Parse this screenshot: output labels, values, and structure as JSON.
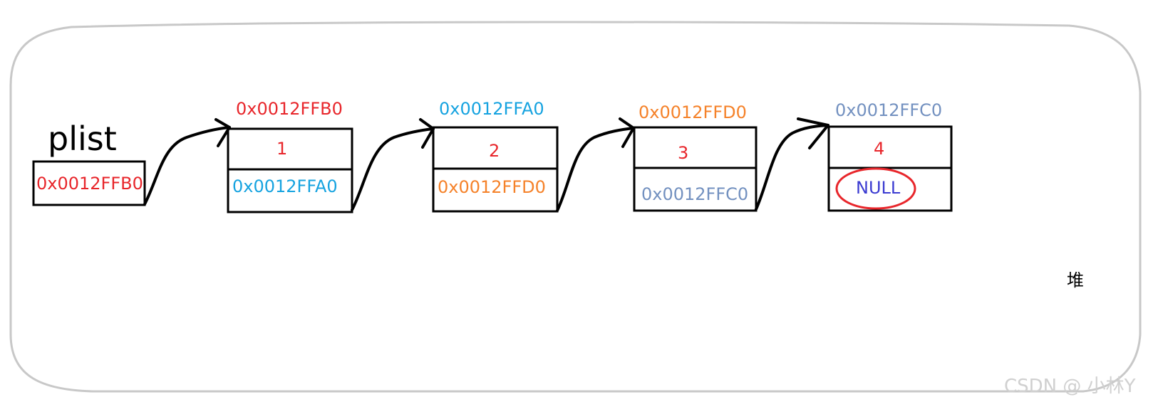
{
  "heap_label": "堆",
  "watermark": "CSDN @ 小林Y",
  "pointer": {
    "label": "plist",
    "value": "0x0012FFB0",
    "color": "#e8262b"
  },
  "nodes": [
    {
      "address": "0x0012FFB0",
      "address_color": "#e8262b",
      "data": "1",
      "data_color": "#e8262b",
      "next": "0x0012FFA0",
      "next_color": "#16a3e0"
    },
    {
      "address": "0x0012FFA0",
      "address_color": "#16a3e0",
      "data": "2",
      "data_color": "#e8262b",
      "next": "0x0012FFD0",
      "next_color": "#f5822a"
    },
    {
      "address": "0x0012FFD0",
      "address_color": "#f5822a",
      "data": "3",
      "data_color": "#e8262b",
      "next": "0x0012FFC0",
      "next_color": "#7391c0"
    },
    {
      "address": "0x0012FFC0",
      "address_color": "#7391c0",
      "data": "4",
      "data_color": "#e8262b",
      "next": "NULL",
      "next_color": "#3b3bd1"
    }
  ],
  "null_highlight_color": "#e8262b",
  "heap_border_color": "#c8c8c8"
}
